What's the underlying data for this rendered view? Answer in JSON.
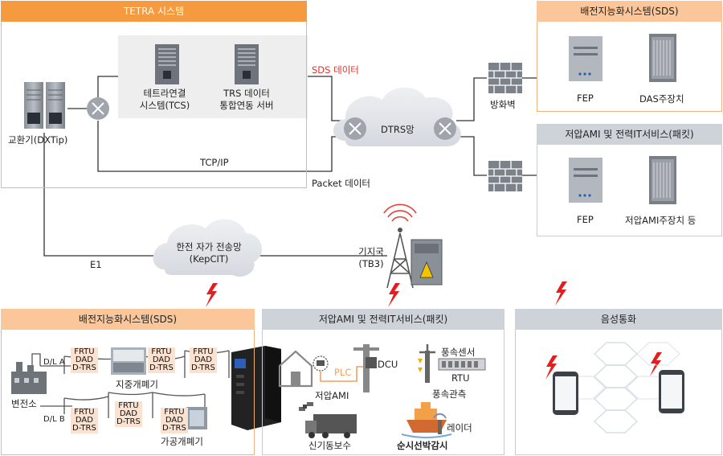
{
  "tetra": {
    "title": "TETRA 시스템",
    "exchange": "교환기(DXTip)",
    "tcs": [
      "테트라연결",
      "시스템(TCS)"
    ],
    "trs": [
      "TRS 데이터",
      "통합연동 서버"
    ],
    "tcpip": "TCP/IP"
  },
  "links": {
    "sds_data": "SDS 데이터",
    "packet_data": "Packet 데이터",
    "e1": "E1"
  },
  "dtrs": "DTRS망",
  "firewall": "방화벽",
  "kepcit": [
    "한전 자가 전송망",
    "(KepCIT)"
  ],
  "tower": [
    "기지국",
    "(TB3)"
  ],
  "sds_top": {
    "title": "배전지능화시스템(SDS)",
    "fep": "FEP",
    "das": "DAS주장치"
  },
  "ami_top": {
    "title": "저압AMI 및 전력IT서비스(패킷)",
    "fep": "FEP",
    "device": "저압AMI주장치 등"
  },
  "bottom_sds": {
    "title": "배전지능화시스템(SDS)",
    "dla": "D/L A",
    "dlb": "D/L B",
    "substation": "변전소",
    "tag_lines": [
      "FRTU",
      "DAD",
      "D-TRS"
    ],
    "underground": "지중개폐기",
    "overhead": "가공개폐기"
  },
  "bottom_ami": {
    "title": "저압AMI 및 전력IT서비스(패킷)",
    "plc": "PLC",
    "dcu": "DCU",
    "ami": "저압AMI",
    "wind_sensor": "풍속센서",
    "rtu": "RTU",
    "wind_obs": "풍속관측",
    "new_repair": "신기동보수",
    "radar": "레이더",
    "ship_watch": "순시선박감시"
  },
  "bottom_voice": {
    "title": "음성통화"
  },
  "colors": {
    "orange_header": "#f59a3e",
    "orange_light": "#fbc79a",
    "gray_header": "#ced3da",
    "lightning": "#e02020",
    "sds_red": "#d9352a"
  }
}
